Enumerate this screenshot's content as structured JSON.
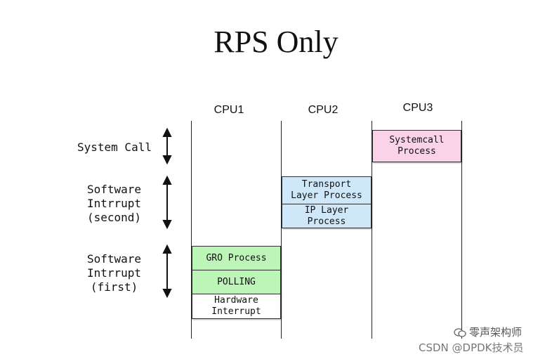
{
  "title": "RPS Only",
  "cpus": [
    "CPU1",
    "CPU2",
    "CPU3"
  ],
  "rows": {
    "system_call": "System Call",
    "software_second": "Software\nIntrrupt\n(second)",
    "software_first": "Software\nIntrrupt\n(first)"
  },
  "boxes": {
    "systemcall_process": "Systemcall\nProcess",
    "transport_layer": "Transport\nLayer Process",
    "ip_layer": "IP Layer\nProcess",
    "gro_process": "GRO Process",
    "polling": "POLLING",
    "hardware_interrupt": "Hardware\nInterrupt"
  },
  "colors": {
    "blue": "#cfe8f9",
    "green": "#bdf5b8",
    "pink": "#fbd3e8"
  },
  "watermark": {
    "line1": "零声架构师",
    "line2": "CSDN @DPDK技术员"
  }
}
